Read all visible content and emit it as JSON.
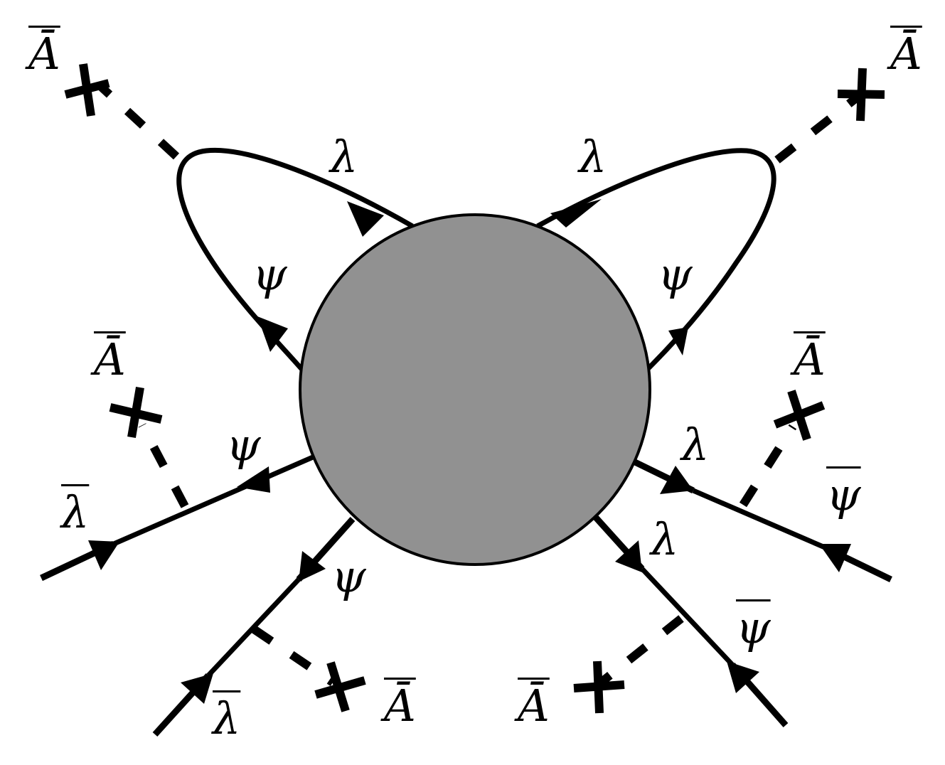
{
  "diagram": {
    "type": "feynman-diagram",
    "blob": {
      "shape": "circle",
      "color": "#919191",
      "border": "#000000"
    },
    "labels": {
      "A_top_left": "Ā",
      "A_top_right": "Ā",
      "A_mid_left": "Ā",
      "A_mid_right": "Ā",
      "A_bottom_left": "Ā",
      "A_bottom_right": "Ā",
      "lambda_loop_left": "λ",
      "lambda_loop_right": "λ",
      "psi_loop_left": "ψ",
      "psi_loop_right": "ψ",
      "psi_left_leg": "ψ",
      "lambdabar_left_leg": "λ",
      "psi_lower_left_leg": "ψ",
      "lambdabar_lower_left_leg": "λ",
      "lambda_right_leg": "λ",
      "psibar_right_leg": "ψ",
      "lambda_lower_right_leg": "λ",
      "psibar_lower_right_leg": "ψ"
    },
    "legs": [
      {
        "id": "loop-left",
        "fields": [
          "ψ",
          "λ"
        ],
        "background_insertion": "Ā"
      },
      {
        "id": "loop-right",
        "fields": [
          "ψ",
          "λ"
        ],
        "background_insertion": "Ā"
      },
      {
        "id": "leg-left",
        "fields": [
          "ψ",
          "λ̄"
        ],
        "background_insertion": "Ā"
      },
      {
        "id": "leg-lower-left",
        "fields": [
          "ψ",
          "λ̄"
        ],
        "background_insertion": "Ā"
      },
      {
        "id": "leg-right",
        "fields": [
          "λ",
          "ψ̄"
        ],
        "background_insertion": "Ā"
      },
      {
        "id": "leg-lower-right",
        "fields": [
          "λ",
          "ψ̄"
        ],
        "background_insertion": "Ā"
      }
    ]
  }
}
